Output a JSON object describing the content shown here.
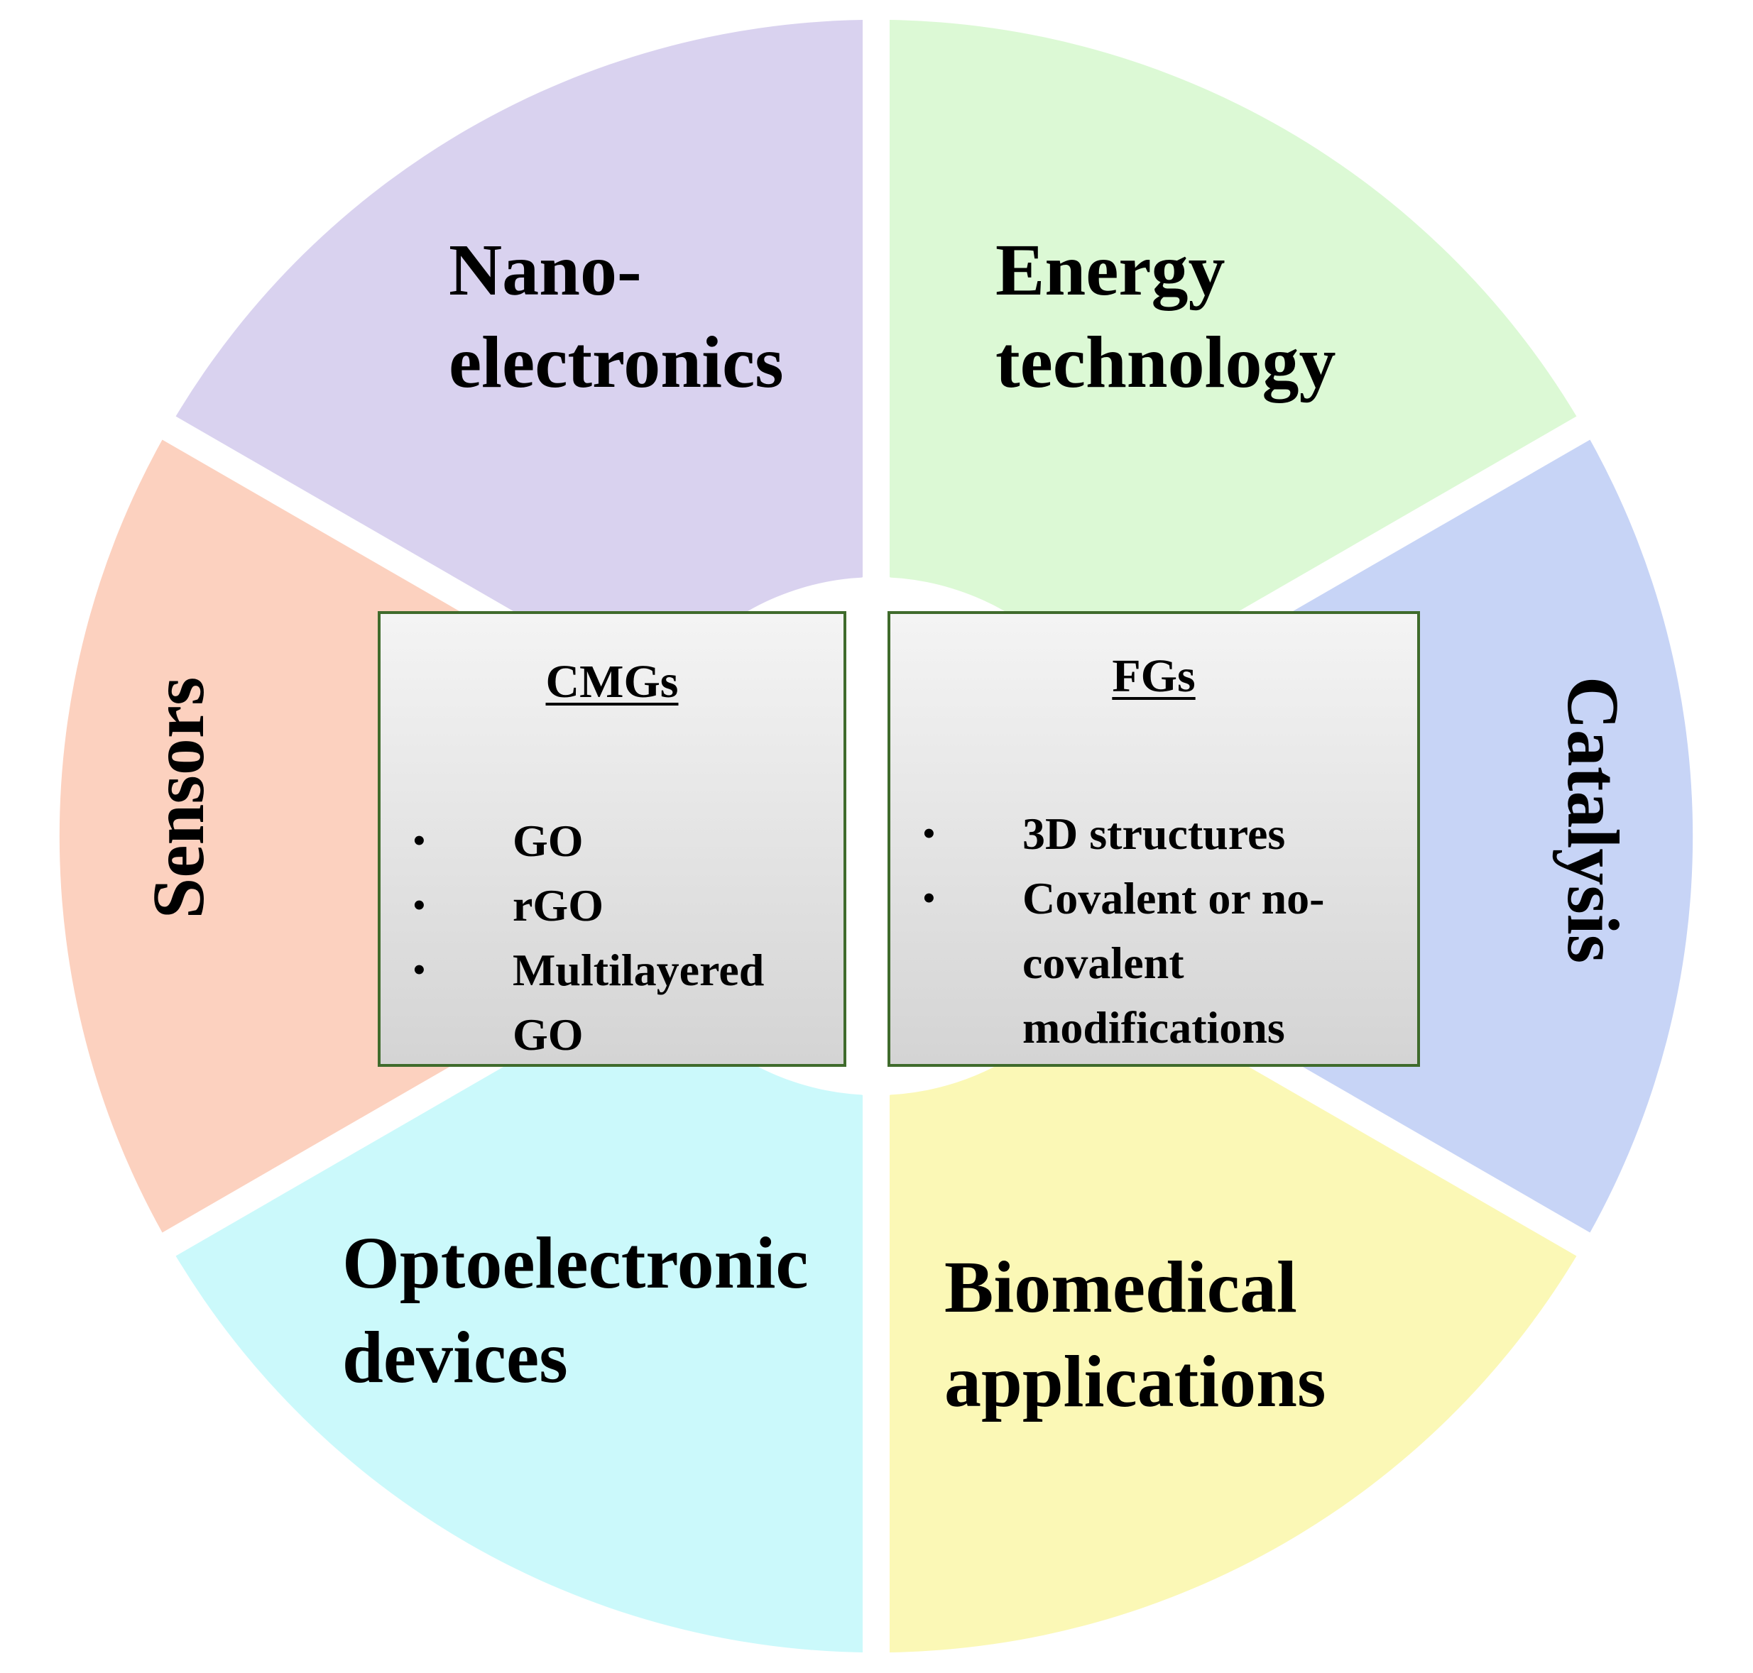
{
  "segments": [
    {
      "key": "nano",
      "lines": [
        "Nano-",
        "electronics"
      ],
      "color": "#d9d2ef"
    },
    {
      "key": "energy",
      "lines": [
        "Energy",
        "technology"
      ],
      "color": "#dcf9d5"
    },
    {
      "key": "catalysis",
      "lines": [
        "Catalysis"
      ],
      "color": "#c7d4f6"
    },
    {
      "key": "biomedical",
      "lines": [
        "Biomedical",
        "applications"
      ],
      "color": "#fbf8b6"
    },
    {
      "key": "opto",
      "lines": [
        "Optoelectronic",
        "devices"
      ],
      "color": "#cbf9fb"
    },
    {
      "key": "sensors",
      "lines": [
        "Sensors"
      ],
      "color": "#fcd1bf"
    }
  ],
  "boxes": {
    "cmgs": {
      "title": "CMGs",
      "items": [
        {
          "lines": [
            "GO"
          ]
        },
        {
          "lines": [
            "rGO"
          ]
        },
        {
          "lines": [
            "Multilayered",
            "GO"
          ]
        }
      ]
    },
    "fgs": {
      "title": "FGs",
      "items": [
        {
          "lines": [
            "3D structures"
          ]
        },
        {
          "lines": [
            "Covalent or no-",
            "covalent",
            "modifications"
          ]
        }
      ]
    }
  },
  "bullet_symbol": "•",
  "colors": {
    "box_border": "#3f6b2c"
  }
}
